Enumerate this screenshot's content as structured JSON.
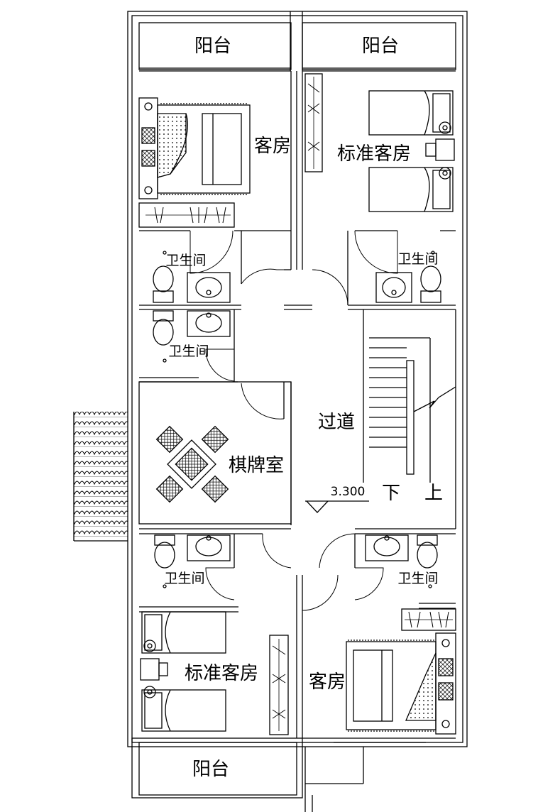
{
  "rooms": {
    "balcony_top_left": "阳台",
    "balcony_top_right": "阳台",
    "balcony_bottom": "阳台",
    "guest_room_top": "客房",
    "standard_room_top": "标准客房",
    "bath_top_left": "卫生间",
    "bath_top_right": "卫生间",
    "bath_mid_left": "卫生间",
    "bath_bottom_left": "卫生间",
    "bath_bottom_right": "卫生间",
    "corridor": "过道",
    "chess_room": "棋牌室",
    "standard_room_bottom": "标准客房",
    "guest_room_bottom": "客房"
  },
  "stairs": {
    "down": "下",
    "up": "上"
  },
  "level_mark": "3.300"
}
